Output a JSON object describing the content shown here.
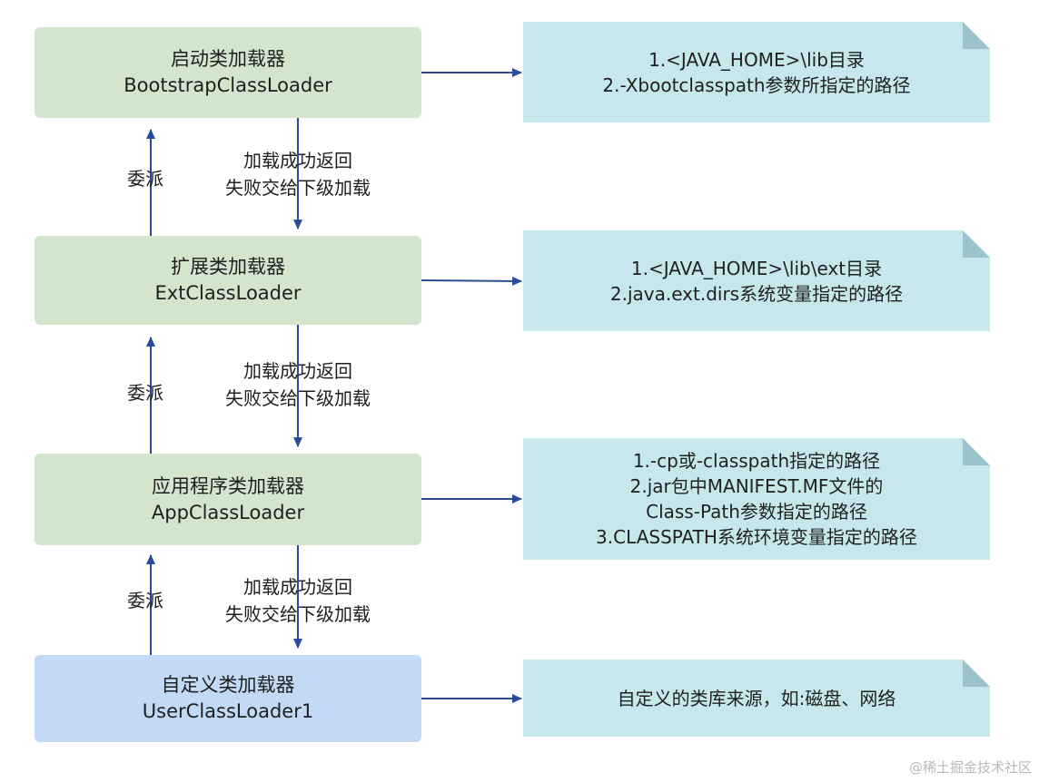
{
  "loaders": [
    {
      "name_cn": "启动类加载器",
      "name_en": "BootstrapClassLoader"
    },
    {
      "name_cn": "扩展类加载器",
      "name_en": "ExtClassLoader"
    },
    {
      "name_cn": "应用程序类加载器",
      "name_en": "AppClassLoader"
    },
    {
      "name_cn": "自定义类加载器",
      "name_en": "UserClassLoader1"
    }
  ],
  "notes": [
    {
      "lines": [
        "1.<JAVA_HOME>\\lib目录",
        "2.-Xbootclasspath参数所指定的路径"
      ]
    },
    {
      "lines": [
        "1.<JAVA_HOME>\\lib\\ext目录",
        "2.java.ext.dirs系统变量指定的路径"
      ]
    },
    {
      "lines": [
        "1.-cp或-classpath指定的路径",
        "2.jar包中MANIFEST.MF文件的",
        "Class-Path参数指定的路径",
        "3.CLASSPATH系统环境变量指定的路径"
      ]
    },
    {
      "lines": [
        "自定义的类库来源，如:磁盘、网络"
      ]
    }
  ],
  "edges": {
    "delegate_label": "委派",
    "return_label_line1": "加载成功返回",
    "return_label_line2": "失败交给下级加载"
  },
  "watermark": "@稀土掘金技术社区",
  "colors": {
    "loader_green": "#d3e6cd",
    "loader_blue": "#c2daf5",
    "note_bg": "#c6e8ed",
    "arrow": "#2b4a9a"
  }
}
